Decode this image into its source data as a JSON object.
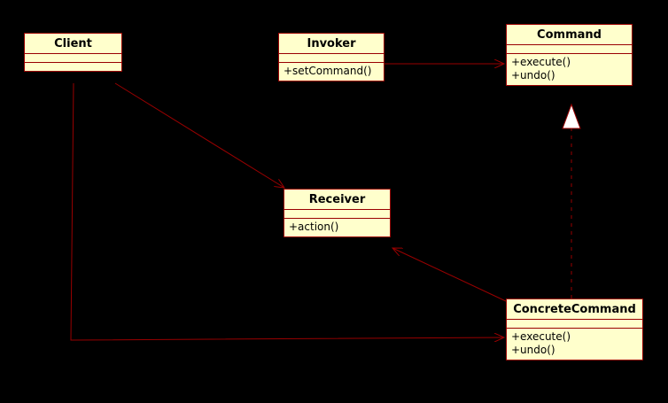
{
  "diagram": {
    "classes": {
      "client": {
        "name": "Client",
        "operations": []
      },
      "invoker": {
        "name": "Invoker",
        "operations": [
          "+setCommand()"
        ]
      },
      "command": {
        "name": "Command",
        "operations": [
          "+execute()",
          "+undo()"
        ]
      },
      "receiver": {
        "name": "Receiver",
        "operations": [
          "+action()"
        ]
      },
      "concrete_command": {
        "name": "ConcreteCommand",
        "operations": [
          "+execute()",
          "+undo()"
        ]
      }
    },
    "colors": {
      "background": "#000000",
      "class_fill": "#ffffcc",
      "line": "#990000"
    }
  }
}
